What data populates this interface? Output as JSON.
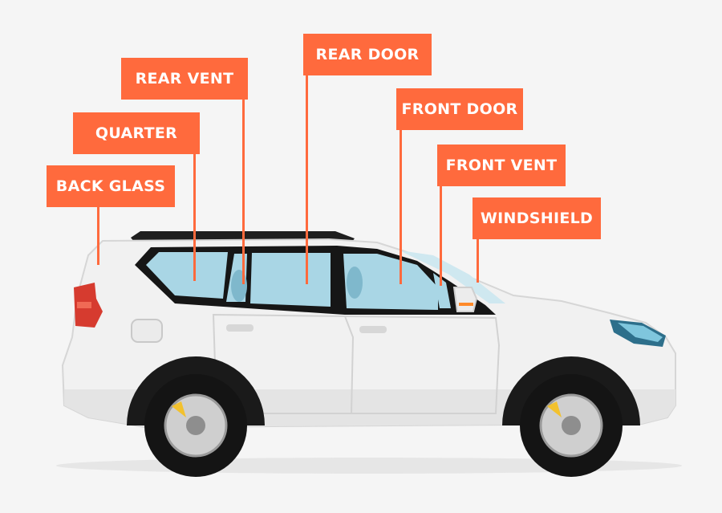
{
  "labels": {
    "back_glass": "BACK GLASS",
    "quarter": "QUARTER",
    "rear_vent": "REAR VENT",
    "rear_door": "REAR DOOR",
    "front_door": "FRONT DOOR",
    "front_vent": "FRONT VENT",
    "windshield": "WINDSHIELD"
  },
  "colors": {
    "label_background": "#ff6a3d",
    "label_text": "#ffffff",
    "car_body": "#f2f2f2",
    "glass": "#a9d6e5",
    "page_background": "#f5f5f5"
  }
}
